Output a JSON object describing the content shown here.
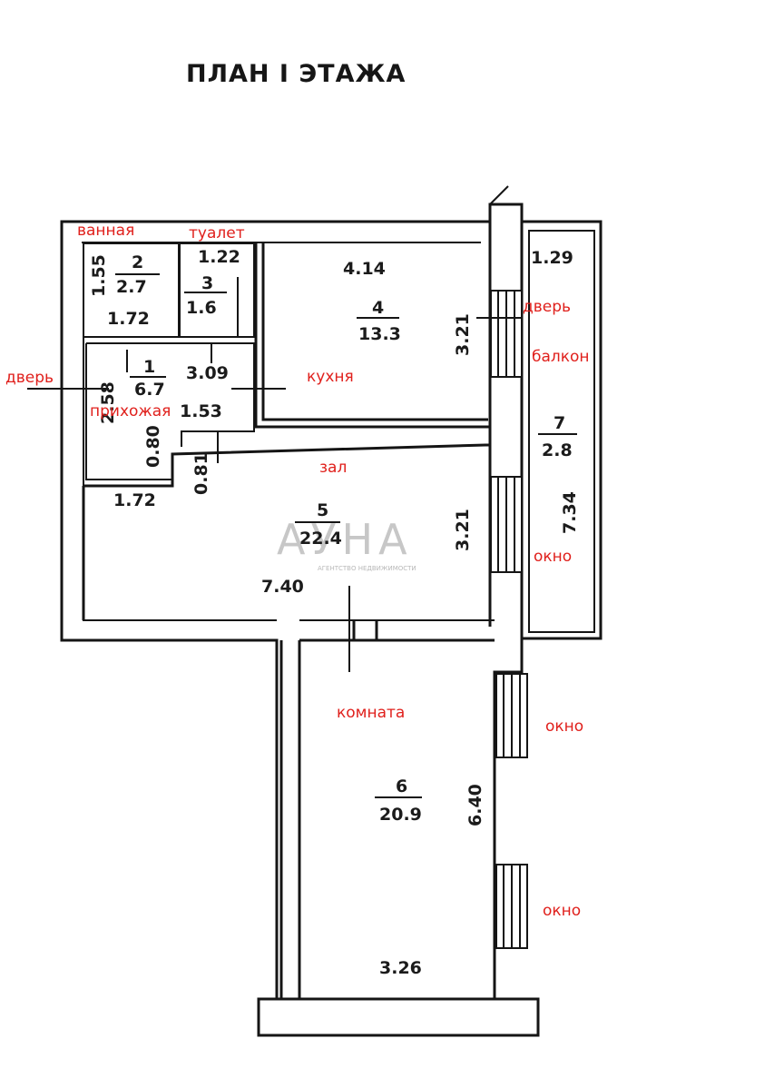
{
  "title": "ПЛАН I ЭТАЖА",
  "watermark": {
    "brand": "АУНА",
    "subtitle": "АГЕНТСТВО НЕДВИЖИМОСТИ"
  },
  "label_color": "#e0201c",
  "labels": {
    "bath": "ванная",
    "toilet": "туалет",
    "door_left": "дверь",
    "hall": "прихожая",
    "kitchen": "кухня",
    "door_right": "дверь",
    "balcony": "балкон",
    "living": "зал",
    "window_balcony": "окно",
    "room": "комната",
    "window_room_1": "окно",
    "window_room_2": "окно"
  },
  "rooms": [
    {
      "id": "1",
      "area": "6.7"
    },
    {
      "id": "2",
      "area": "2.7"
    },
    {
      "id": "3",
      "area": "1.6"
    },
    {
      "id": "4",
      "area": "13.3"
    },
    {
      "id": "5",
      "area": "22.4"
    },
    {
      "id": "6",
      "area": "20.9"
    },
    {
      "id": "7",
      "area": "2.8"
    }
  ],
  "dims": {
    "bath_h": "1.55",
    "bath_w": "1.72",
    "toilet_w": "1.22",
    "hall_w": "3.09",
    "hall_h": "2.58",
    "hall_w2": "1.53",
    "hall_d1": "0.80",
    "hall_d2": "0.81",
    "living_w_small": "1.72",
    "kitchen_w": "4.14",
    "kitchen_h": "3.21",
    "balcony_w": "1.29",
    "balcony_h": "7.34",
    "living_h": "3.21",
    "living_w": "7.40",
    "room_h": "6.40",
    "room_w": "3.26"
  }
}
